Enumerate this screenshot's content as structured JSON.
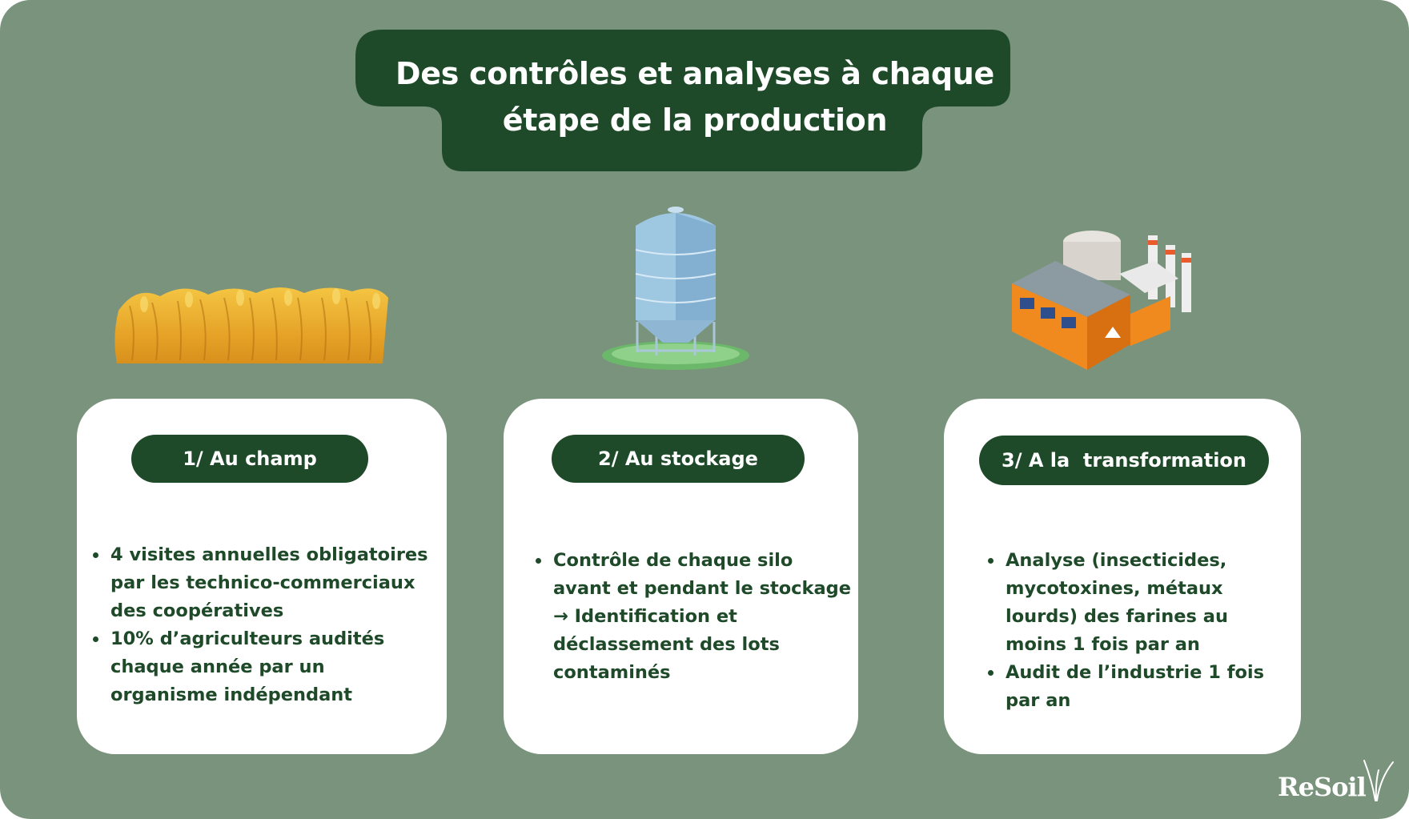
{
  "title": {
    "line1": "Des contrôles et analyses à chaque",
    "line2": "étape de la production"
  },
  "illustrations": {
    "field": "wheat-field-icon",
    "silo": "grain-silo-icon",
    "factory": "factory-icon"
  },
  "cards": [
    {
      "heading": "1/ Au champ",
      "bullets": [
        "4 visites annuelles obligatoires par les technico-commerciaux des coopératives",
        "10% d’agriculteurs audités chaque année par un organisme indépendant"
      ]
    },
    {
      "heading": "2/ Au stockage",
      "bullets": [
        "Contrôle de chaque silo avant et pendant le stockage → Identification et déclassement des lots contaminés"
      ]
    },
    {
      "heading": "3/ A la  transformation",
      "bullets": [
        "Analyse (insecticides, mycotoxines, métaux lourds) des farines au moins 1 fois par an",
        "Audit de l’industrie 1 fois par an"
      ]
    }
  ],
  "logo": {
    "text": "ReSoil",
    "icon": "grass-sprout-icon"
  },
  "colors": {
    "background": "#7a937c",
    "dark_green": "#1f4a29",
    "card": "#ffffff",
    "accent_orange": "#f08a1e"
  }
}
